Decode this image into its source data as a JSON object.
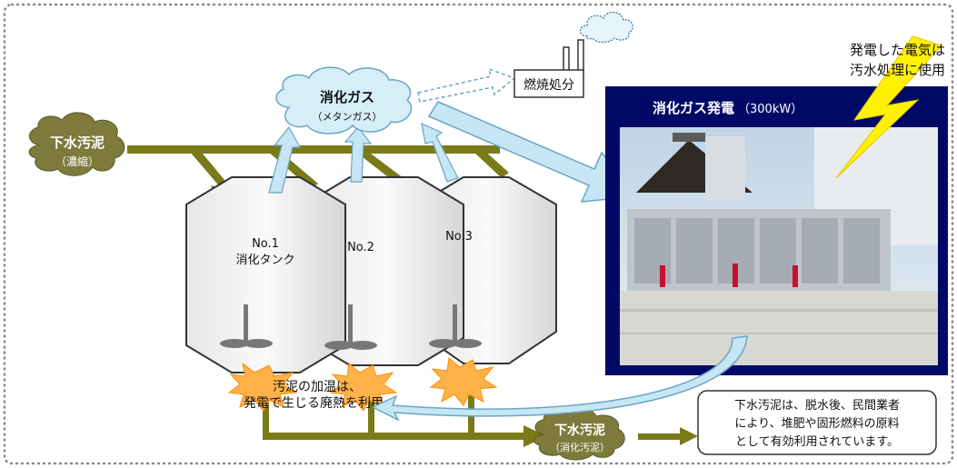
{
  "clouds": {
    "sludge_in": {
      "title": "下水汚泥",
      "sub": "（濃縮）"
    },
    "gas": {
      "title": "消化ガス",
      "sub": "（メタンガス）"
    },
    "sludge_out": {
      "title": "下水汚泥",
      "sub": "（消化汚泥）"
    }
  },
  "incineration": {
    "label": "燃焼処分"
  },
  "tanks": [
    {
      "number": "No.1",
      "name": "消化タンク"
    },
    {
      "number": "No.2",
      "name": ""
    },
    {
      "number": "No.3",
      "name": ""
    }
  ],
  "heating_note": {
    "line1": "汚泥の加温は、",
    "line2": "発電で生じる廃熱を利用"
  },
  "power_panel": {
    "title": "消化ガス発電",
    "capacity": "（300kW）"
  },
  "lightning_note": {
    "line1": "発電した電気は",
    "line2": "汚水処理に使用"
  },
  "reuse_note": {
    "line1": "下水汚泥は、脱水後、民間業者",
    "line2": "により、堆肥や固形燃料の原料",
    "line3": "として有効利用されています。"
  },
  "colors": {
    "sludge_arrow": "#7a7a18",
    "gas_arrow": "#c6e6f3",
    "gas_arrow_stroke": "#6aa5c4",
    "cloud_gas": "#d6eef8",
    "cloud_sludge": "#7d7a3b",
    "panel_bg": "#000a66",
    "lightning": "#fff200",
    "burst": "#ffb24a",
    "tank_fill": "#eeeeee"
  }
}
